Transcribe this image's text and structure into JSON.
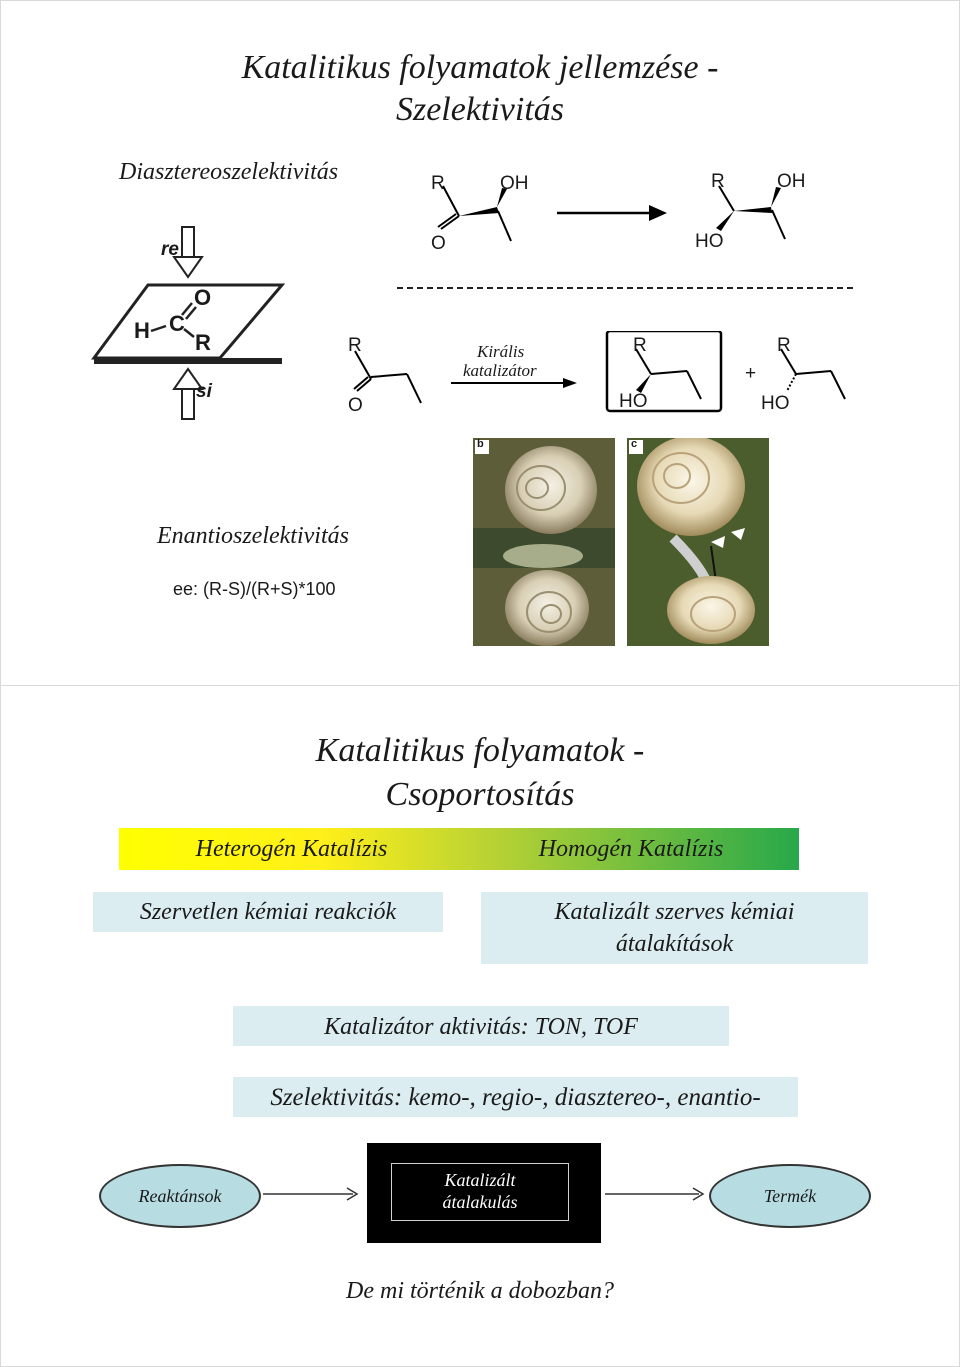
{
  "slide1": {
    "title_line1": "Katalitikus folyamatok jellemzése -",
    "title_line2": "Szelektivitás",
    "diastereo_label": "Diasztereoszelektivitás",
    "enantio_label": "Enantioszelektivitás",
    "ee_formula": "ee: (R-S)/(R+S)*100",
    "face_labels": {
      "top": "re",
      "bottom": "si"
    },
    "plane_atoms": {
      "h": "H",
      "c": "C",
      "o": "O",
      "r": "R"
    },
    "reaction1": {
      "reactant_r": "R",
      "reactant_oh": "OH",
      "reactant_o": "O",
      "product_r": "R",
      "product_oh": "OH",
      "product_ho": "HO"
    },
    "reaction2": {
      "reactant_r": "R",
      "reactant_o": "O",
      "catalyst_line1": "Királis",
      "catalyst_line2": "katalizátor",
      "product1_r": "R",
      "product1_ho": "HO",
      "plus": "+",
      "product2_r": "R",
      "product2_ho": "HO"
    },
    "photo_labels": {
      "left": "b",
      "right": "c"
    }
  },
  "slide2": {
    "title_line1": "Katalitikus folyamatok -",
    "title_line2": "Csoportosítás",
    "gradient_left": "Heterogén Katalízis",
    "gradient_right": "Homogén Katalízis",
    "box_left": "Szervetlen kémiai reakciók",
    "box_right_line1": "Katalizált szerves kémiai",
    "box_right_line2": "átalakítások",
    "activity": "Katalizátor aktivitás: TON, TOF",
    "selectivity": "Szelektivitás: kemo-, regio-, diasztereo-, enantio-",
    "flow": {
      "reactants": "Reaktánsok",
      "center_line1": "Katalizált",
      "center_line2": "átalakulás",
      "product": "Termék"
    },
    "question": "De mi történik a dobozban?"
  }
}
